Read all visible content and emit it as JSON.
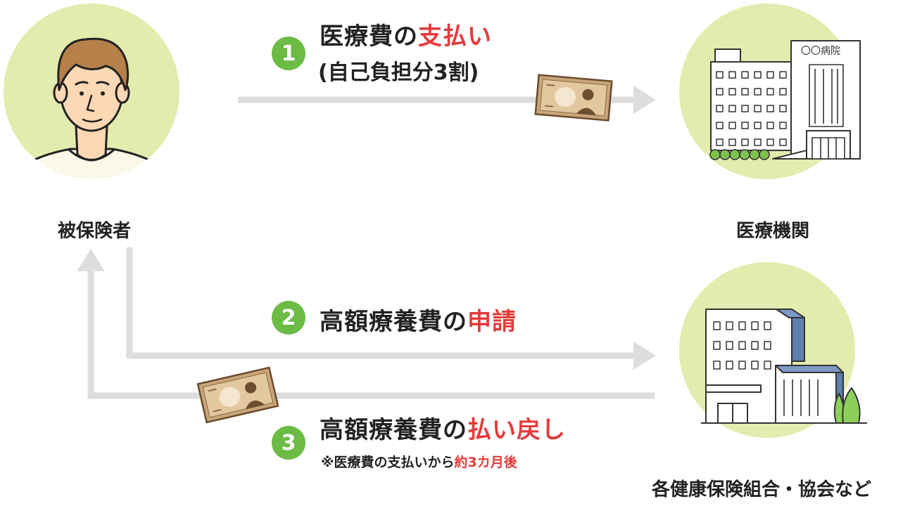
{
  "actors": {
    "insured": "被保険者",
    "medical": "医療機関",
    "insurer": "各健康保険組合・協会など"
  },
  "hospital_sign": "〇〇病院",
  "steps": [
    {
      "number": "1",
      "title_prefix": "医療費の",
      "title_highlight": "支払い",
      "subtitle": "(自己負担分3割)"
    },
    {
      "number": "2",
      "title_prefix": "高額療養費の",
      "title_highlight": "申請"
    },
    {
      "number": "3",
      "title_prefix": "高額療養費の",
      "title_highlight": "払い戻し",
      "note_prefix": "※医療費の支払いから",
      "note_highlight": "約3カ月後"
    }
  ],
  "colors": {
    "circle": "#e3ecae",
    "badge": "#6cbb45",
    "highlight": "#e53a3a",
    "arrow": "#dddddd"
  }
}
